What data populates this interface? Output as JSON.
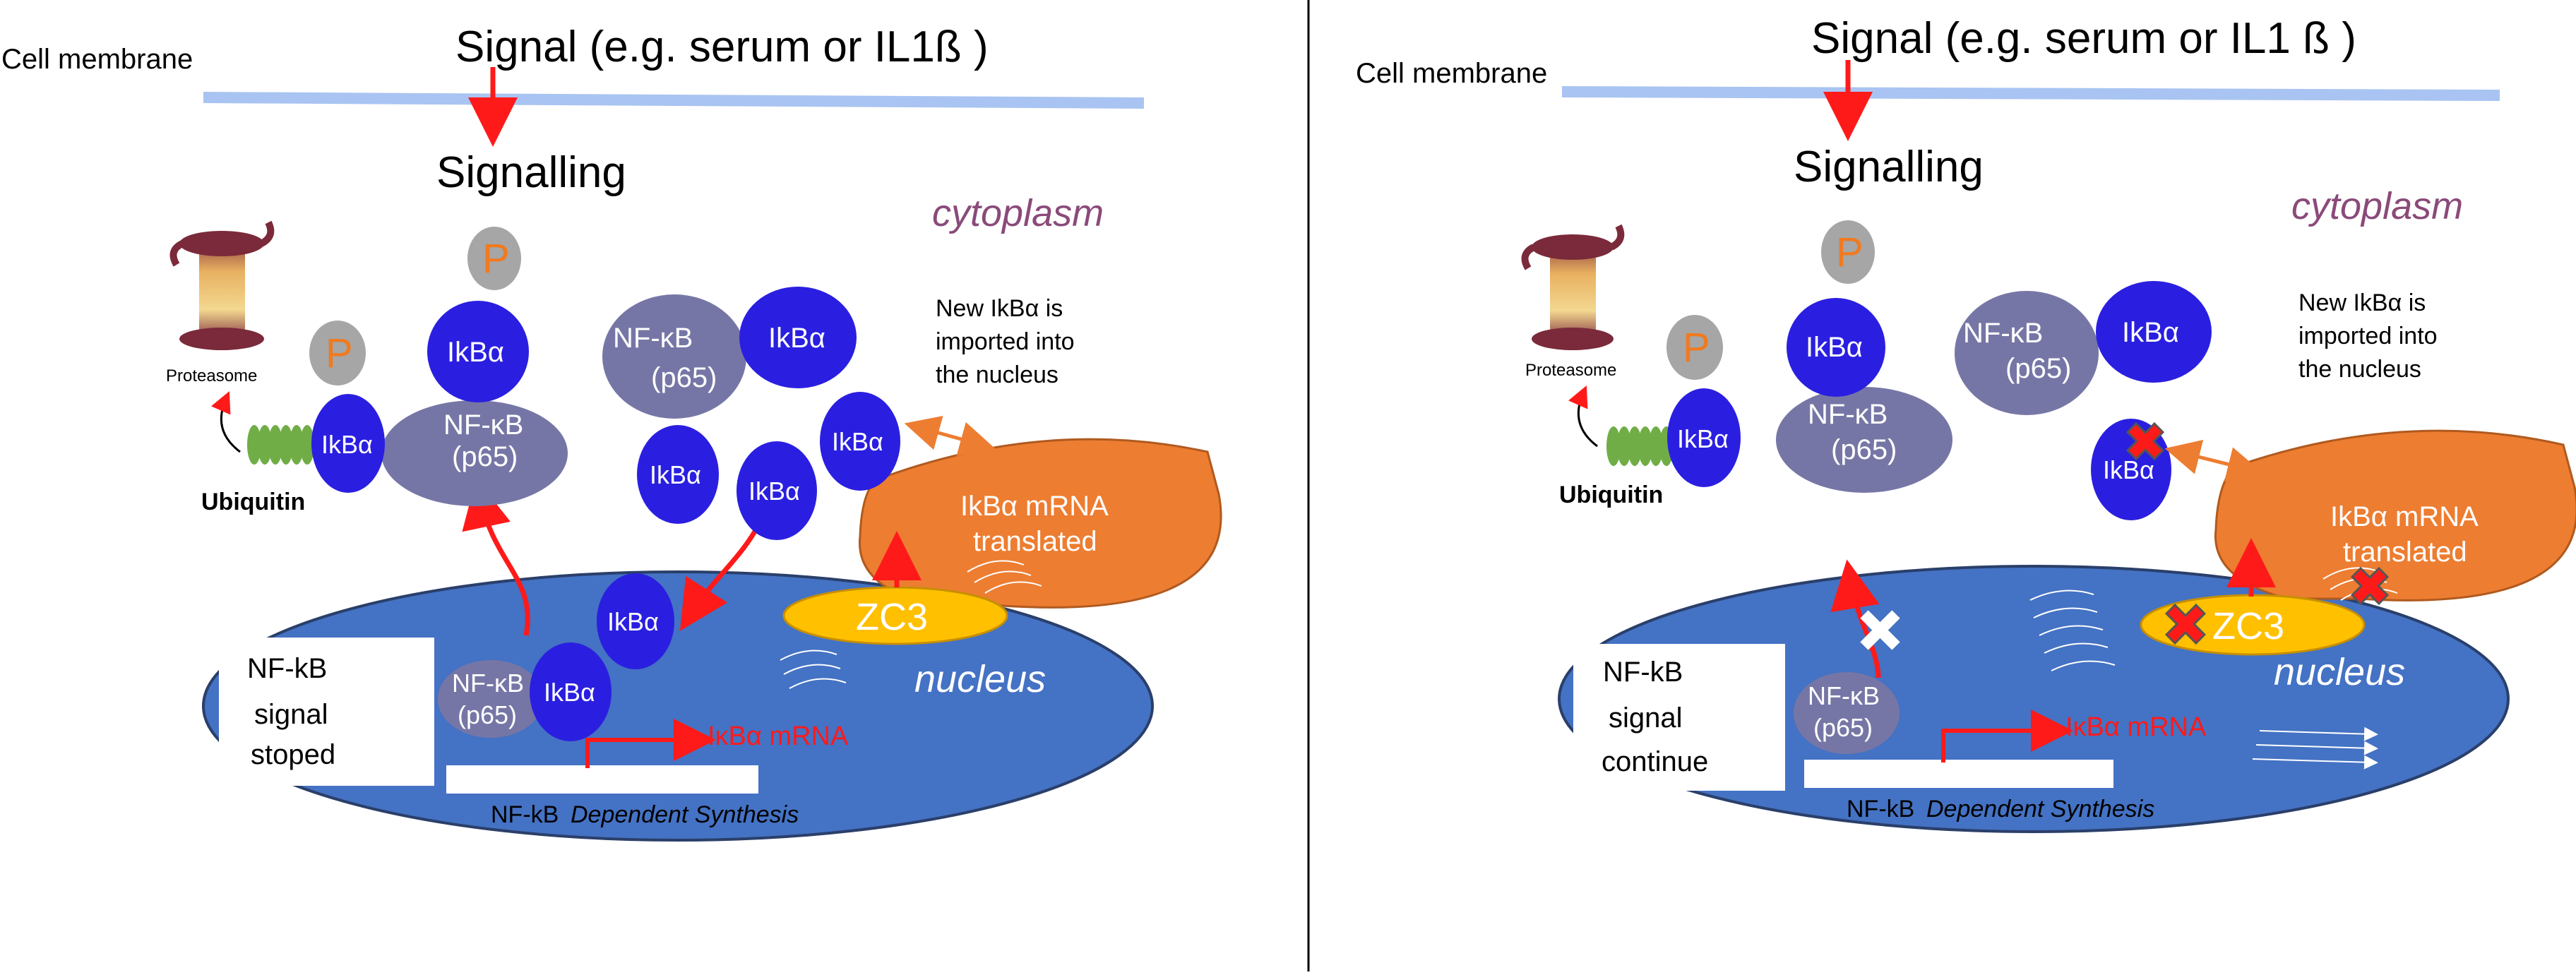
{
  "panels": [
    {
      "signal": "Signal (e.g. serum or IL1ß )",
      "membrane": "Cell membrane",
      "signalling": "Signalling",
      "cytoplasm": "cytoplasm",
      "new_ikba": [
        "New IkBα is",
        "imported into",
        "the nucleus"
      ],
      "proteasome": "Proteasome",
      "ubiquitin": "Ubiquitin",
      "p": "P",
      "ikba": "IkBα",
      "nfkb": "NF-κB",
      "p65": "(p65)",
      "nfkb_nuc": "NF-κB",
      "mrna_translated": [
        "IkBα mRNA",
        "translated"
      ],
      "zc3": "ZC3",
      "nucleus": "nucleus",
      "box_lines": [
        "NF-kB",
        "signal",
        "stoped"
      ],
      "ikba_mrna": "IκBα mRNA",
      "synth_prefix": "NF-kB",
      "synth_italic": "Dependent Synthesis"
    },
    {
      "signal": "Signal (e.g. serum or IL1 ß )",
      "membrane": "Cell membrane",
      "signalling": "Signalling",
      "cytoplasm": "cytoplasm",
      "new_ikba": [
        "New IkBα is",
        "imported into",
        "the nucleus"
      ],
      "proteasome": "Proteasome",
      "ubiquitin": "Ubiquitin",
      "p": "P",
      "ikba": "IkBα",
      "nfkb": "NF-κB",
      "p65": "(p65)",
      "nfkb_nuc": "NF-κB",
      "mrna_translated": [
        "IkBα mRNA",
        "translated"
      ],
      "zc3": "ZC3",
      "nucleus": "nucleus",
      "box_lines": [
        "NF-kB",
        "signal",
        "continue"
      ],
      "ikba_mrna": "IκBα mRNA",
      "synth_prefix": "NF-kB",
      "synth_italic": "Dependent Synthesis"
    }
  ],
  "colors": {
    "membrane": "#a9c4f2",
    "nucleus": "#4472c4",
    "ikba": "#2a1fe0",
    "nfkb": "#6b6b9e",
    "p_ball": "#a6a6a6",
    "ribosome": "#ed7d31",
    "zc3": "#ffc000",
    "arrow": "#ff1a1a",
    "double_arrow": "#ed7d31",
    "ubiquitin": "#70ad47"
  }
}
